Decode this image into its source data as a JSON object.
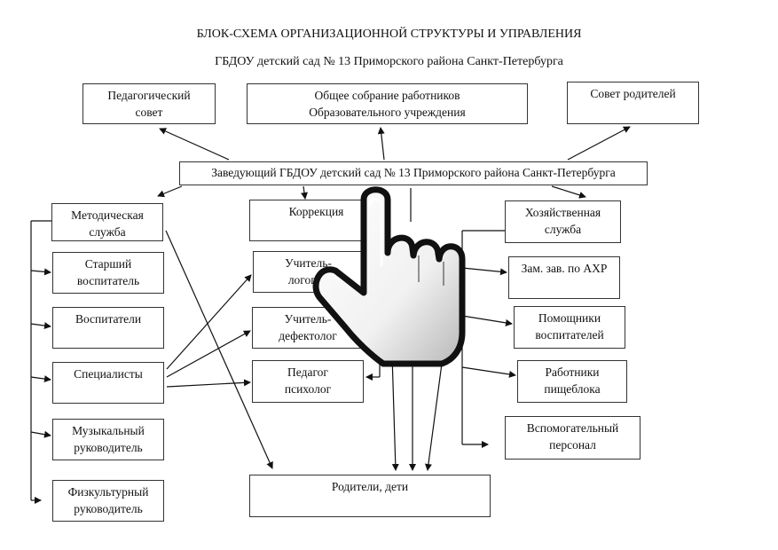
{
  "header": {
    "title": "БЛОК-СХЕМА ОРГАНИЗАЦИОННОЙ СТРУКТУРЫ И УПРАВЛЕНИЯ",
    "subtitle": "ГБДОУ детский сад № 13 Приморского района Санкт-Петербурга"
  },
  "boxes": {
    "ped_council": "Педагогический\nсовет",
    "general_meeting": "Общее собрание работников\nОбразовательного учреждения",
    "parents_council": "Совет родителей",
    "head": "Заведующий ГБДОУ детский сад № 13 Приморского района Санкт-Петербурга",
    "method_service": "Методическая\nслужба",
    "correction": "Коррекция",
    "household_service": "Хозяйственная\nслужба",
    "senior_educator": "Старший\nвоспитатель",
    "educators": "Воспитатели",
    "specialists": "Специалисты",
    "music_director": "Музыкальный\nруководитель",
    "pe_director": "Физкультурный\nруководитель",
    "speech_therapist": "Учитель-\nлогопед",
    "defectologist": "Учитель-\nдефектолог",
    "psychologist": "Педагог\nпсихолог",
    "deputy_ahr": "Зам. зав. по АХР",
    "educator_assistants": "Помощники\nвоспитателей",
    "kitchen_staff": "Работники\nпищеблока",
    "support_staff": "Вспомогательный\nперсонал",
    "parents_children": "Родители, дети"
  },
  "cursor": {
    "icon": "pointing-hand-cursor-icon"
  }
}
